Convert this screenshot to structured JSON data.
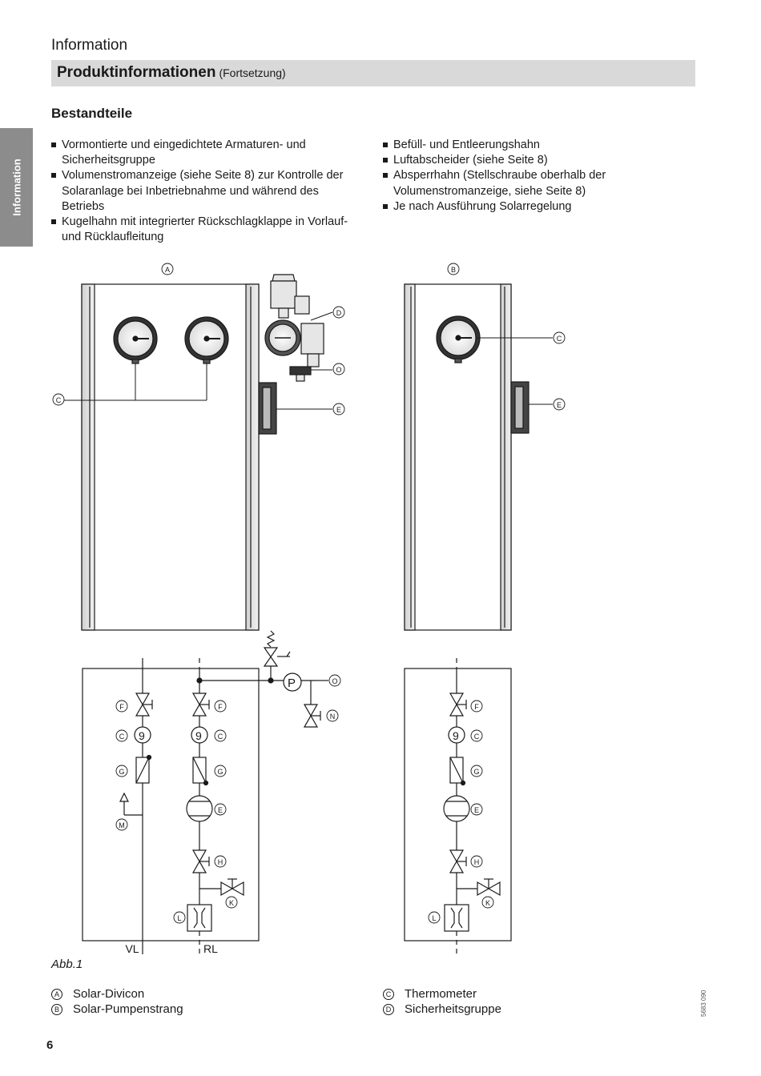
{
  "header": {
    "section": "Information",
    "title": "Produktinformationen",
    "title_suffix": "(Fortsetzung)"
  },
  "side_tab": "Information",
  "subheading": "Bestandteile",
  "bullets_left": [
    "Vormontierte und eingedichtete Armaturen- und Sicherheitsgruppe",
    "Volumenstromanzeige (siehe Seite 8) zur Kontrolle der Solaranlage bei Inbetriebnahme und während des Betriebs",
    "Kugelhahn mit integrierter Rückschlagklappe in Vorlauf- und Rücklaufleitung"
  ],
  "bullets_right": [
    "Befüll- und Entleerungshahn",
    "Luftabscheider (siehe Seite 8)",
    "Absperrhahn (Stellschraube oberhalb der Volumenstromanzeige, siehe Seite 8)",
    "Je nach Ausführung Solarregelung"
  ],
  "figure": {
    "caption": "Abb.1",
    "labels": {
      "A": "A",
      "B": "B",
      "C": "C",
      "D": "D",
      "E": "E",
      "F": "F",
      "G": "G",
      "H": "H",
      "K": "K",
      "L": "L",
      "M": "M",
      "N": "N",
      "O": "O",
      "P": "P",
      "VL": "VL",
      "RL": "RL"
    }
  },
  "legend_left": [
    {
      "key": "A",
      "text": "Solar-Divicon"
    },
    {
      "key": "B",
      "text": "Solar-Pumpenstrang"
    }
  ],
  "legend_right": [
    {
      "key": "C",
      "text": "Thermometer"
    },
    {
      "key": "D",
      "text": "Sicherheitsgruppe"
    }
  ],
  "page_number": "6",
  "doc_number": "5683 090"
}
